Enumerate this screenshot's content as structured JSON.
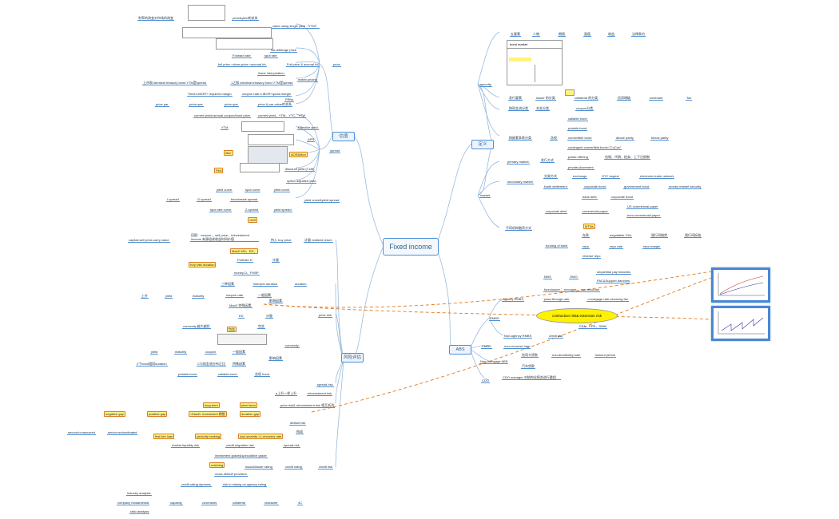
{
  "root": "Fixed income",
  "branches": {
    "valuation": "估值",
    "risk": "风险评估",
    "definition": "定义",
    "abs": "ABS"
  },
  "left_valuation": {
    "title_note": "利率的改变对市场的改变",
    "price": "price",
    "price_yield_rel": "price&yield的关系",
    "single_yield": "value using single yield（YTM）",
    "no_arb": "No-arbitrage price",
    "forward_rate": "Forward rate",
    "spot_rate": "spot rate",
    "full_price_row": "full price =clean price +accrual Int",
    "full_price_accrual": "Full price & accrual Int",
    "linear_interp": "linear interpolation",
    "matrix_pricing": "matrix pricing",
    "same_ytm_spread": "上市和 identical treasury bond YTM是spread",
    "same_ytm_spread2": "1之和 identical treasury bond YTM是spread",
    "frns": "FRNs",
    "yield_libor": "Yield=LIBOR+ required margin",
    "coupon_libor": "coupon rate=LIBOR+quota margin",
    "price_par_pair": "price par",
    "price_par": "price>par",
    "price_par2": "price=par",
    "price_par_value": "price & par value的关系",
    "current_yield_def": "current yield=annual coupon/bond price",
    "current_yield_list": "current yield、YTM、YTC、YTW",
    "effective_yield": "Effective yield",
    "apr": "APR",
    "aor_libor": "AOR&libor",
    "discount_yield": "discount yield (T-bill)",
    "option_adjusted": "option adjusted yield",
    "spread": "spread",
    "ytm_label": "YTM",
    "libor": "libor",
    "rbd": "Rbd",
    "yield_curve": "yield curve",
    "spot_curve": "spot curve",
    "g_spread": "G-spread",
    "i_spread": "I-spread",
    "benchmark_spread": "benchmark spread",
    "yield_curve_spread": "yield curve&yield spread",
    "spot_rate_curve": "spot rate curve",
    "z_spread": "Z-spread",
    "yield_spread": "yield spread",
    "oas": "OAS"
  },
  "left_risk": {
    "realized_return": "计量 realized return",
    "return_items": "回报：coupon 、sell price、reinvestment income 来源组成收益时间价值",
    "capital_gain": "capital=sell price-carry value",
    "hold_price": "持入 buy price",
    "macd": "MacD MD、ED、",
    "portfolio_d": "Portfolio D",
    "key_rate": "Key rate duration",
    "money_d": "money D、PVBP",
    "duration": "duration",
    "calc": "计量",
    "three_factors": "三种因素",
    "interpret_duration": "interpret duration",
    "coupon_rate": "coupon rate",
    "same_dir": "一般因素",
    "rise": "上升",
    "yield": "yield",
    "maturity": "maturity",
    "affect": "影响因素",
    "macd_dev": "MacD 特殊因素",
    "price_risk": "price risk",
    "ed": "ED",
    "calc2": "计量",
    "convexity_effect": "convexity 越大越好",
    "pkg": "包含",
    "convexity": "convexity",
    "yield_f": "yield",
    "maturity_f": "maturity",
    "coupon_f": "coupon",
    "general": "一般因素",
    "duration_2": "2个bond相同duration",
    "c_dispersion": "C与现金流分布正比",
    "special": "特殊因素",
    "putable": "putable bond",
    "callable": "callable bond",
    "option_bond": "含权 bond",
    "spread_risk": "spread risk",
    "reinvest_risk": "reinvestment risk",
    "two_cases": "p上升一样上升",
    "price_reinvest": "price risk& reinvestment risk 相互抵消",
    "long_term": "long term",
    "short_term": "short term",
    "negative_gap": "negative gap",
    "positive_gap": "positive gap",
    "macd_inv": "=MacD- investment 期限",
    "duration_gap": "duration gap",
    "default_risk": "default risk",
    "credit_risk_tag": "构成",
    "second_unsecured": "second=unsecured",
    "senior": "senior>subordinated",
    "first_lien": "first lien loan",
    "seniority": "seniority ranking",
    "loss_sev": "loss severity =1-recovery rate",
    "market_liquidity": "market liquidity risk",
    "credit_migration": "credit migration risk",
    "spread_risk2": "spread risk",
    "credit_risk": "credit risk",
    "invest_grade": "investment grade&speculative grade",
    "notching": "notching",
    "issue_rating": "issue&issuer rating",
    "cross_default": "cross default provision",
    "credit_rating": "credit rating",
    "rating_dynamic": "credit rating dynamic",
    "risk_agency": "risk in relying on agency rating",
    "industry": "industry analysis",
    "company": "company fundamental",
    "ratio": "ratio analysis",
    "capacity": "capacity",
    "covenants": "covenants",
    "collateral": "collateral",
    "character": "character",
    "four_c": "4C"
  },
  "right_definition": {
    "security": "security",
    "five_basics": "五要素",
    "people": "人物",
    "time": "期限",
    "currency": "面值",
    "coupon": "收益",
    "legal": "法律条约",
    "bond_market": "bond market",
    "issuer": "发行要素",
    "issuer_cls": "issuer 的分类",
    "collateral_cls": "collateral 的分类",
    "credit_enh": "信用增级",
    "covenant": "covenant",
    "tax": "Tax",
    "cash_flow_cls": "按现金流分类",
    "currency_cls": "本金分类",
    "coupon_cls": "coupon分类",
    "callable_b": "callable bond",
    "putable_b": "putable bond",
    "convertible": "convertible bond",
    "embedded": "按嵌套条款分类",
    "above_parity": "above parity",
    "below_parity": "below parity",
    "coco": "contingent convertible bond=\"CoCos\"",
    "option": "含权",
    "public_offering": "public offering",
    "issue_method": "发行方式",
    "primary_market": "primary market",
    "priv_placement": "private placement",
    "auction": "包销、代销、拍卖、上下注册制",
    "market": "market",
    "secondary_market": "secondary market",
    "trade_mode": "交易方式",
    "exchange": "exchange",
    "otc": "OTC largest",
    "electronic": "electronic trade network",
    "trade_settle": "trade settlement",
    "corporate_bond": "corporate bond",
    "government_bond": "government bond",
    "money_sec": "money market security",
    "bank_debt": "bank debt",
    "corp_bond2": "corporate bond",
    "corporate_debt": "corporate debt",
    "commercial_paper": "commercial paper",
    "us_cp": "US commercial paper",
    "euro_cp": "euro commercial paper",
    "mtns": "MTNs",
    "funding_instruments": "不同机构融资方式",
    "funding_bank": "funding of bank",
    "deposit": "存款",
    "negotiable_cd": "negotiable CDs",
    "interbank": "银行间借贷",
    "fed_funds": "银行间拆借",
    "repo": "repo",
    "repo_rate": "repo rate",
    "repo_margin": "repo margin",
    "reverse_repo": "reverse repo"
  },
  "right_abs": {
    "mbs": "MBS",
    "omo": "OMO",
    "seq_pay": "sequential pay tranches",
    "pac": "PAC&Support tranches",
    "agency": "Agency RMBS",
    "foreclosure": "foreclosure ：recourse ，non-recourse",
    "pass_through": "pass-through rate",
    "mortgage_rate": "=mortgage rate-servicing fee",
    "prepay": "prepayment risk\n信用credit risk",
    "contraction": "contraction risk& extension risk",
    "rmbs": "RMBS",
    "psa": "PSA、CPR、SMM",
    "non_agency": "Non-agency RMBS",
    "credit_risk_nr": "credit risk",
    "cmbs": "CMBS",
    "non_recourse": "non-recourse loan",
    "auto_loans": "信用卡贷款",
    "non_amort": "non-amortizing loan",
    "lockout": "lockout period",
    "non_mortgage": "Non-mortgage ABS",
    "auto": "汽车贷款",
    "cdo": "CDO",
    "cdo_text": "CDO manager 对结构化债务进行重组",
    "abs": "ABS"
  },
  "colors": {
    "accent": "#4a90d9",
    "highlight": "#fff27a",
    "dash": "#e07a1f"
  }
}
